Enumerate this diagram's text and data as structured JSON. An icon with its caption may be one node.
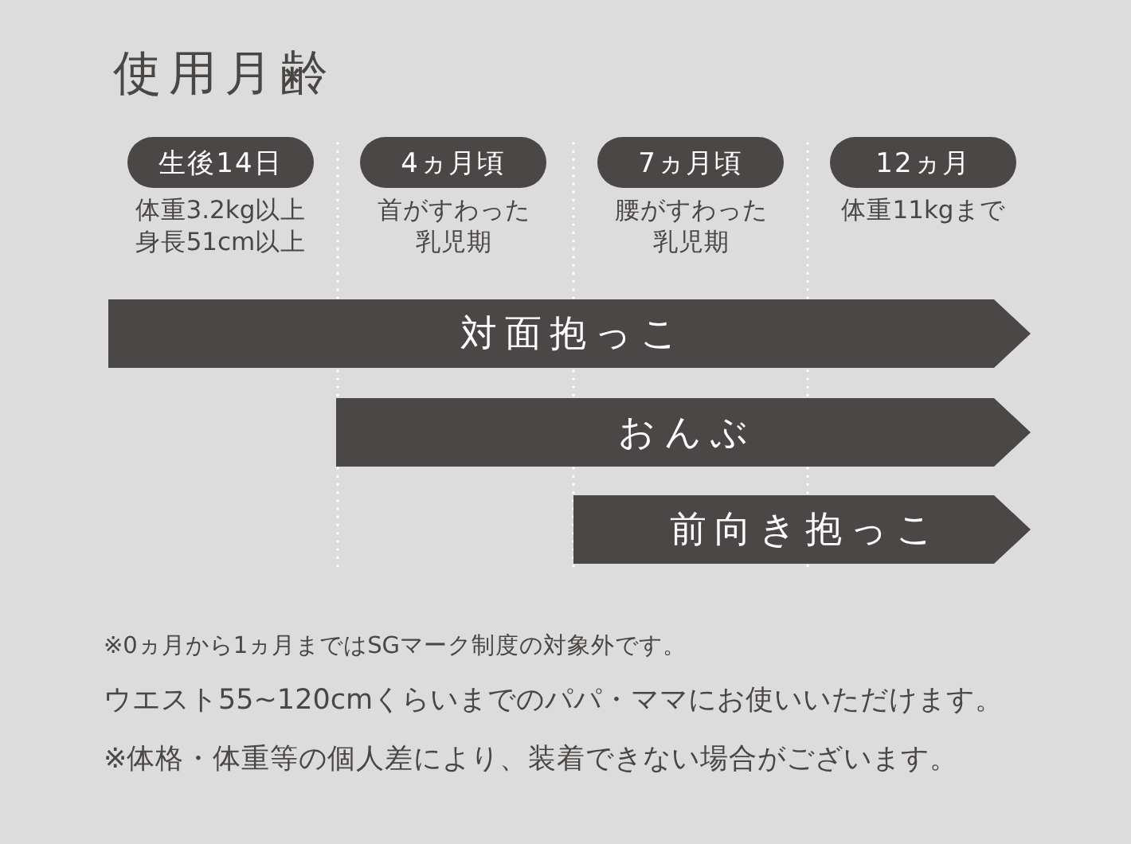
{
  "diagram": {
    "title": "使用月齢",
    "nodes": [
      {
        "text": [
          "生後14日"
        ],
        "beside": [
          "体重3.2kg以上身長51cm以上"
        ]
      },
      {
        "text": [
          "4ヵ月頃"
        ],
        "beside": [
          "首がすわった乳児期"
        ]
      },
      {
        "text": [
          "7ヵ月頃"
        ],
        "beside": [
          "腰がすわった乳児期"
        ]
      },
      {
        "text": [
          "12ヵ月"
        ],
        "beside": [
          "体重11kgまで"
        ]
      },
      {
        "text": [
          "対面抱っこ"
        ]
      },
      {
        "text": [
          "おんぶ"
        ]
      },
      {
        "text": [
          "前向き抱っこ"
        ]
      }
    ],
    "labels": [
      "※0ヵ月から1ヵ月まではSGマーク制度の対象外です。",
      "ウエスト55~120cmくらいまでのパパ・ママにお使いいただけます。",
      "※体格・体重等の個人差により、装着できない場合がございます。"
    ]
  }
}
